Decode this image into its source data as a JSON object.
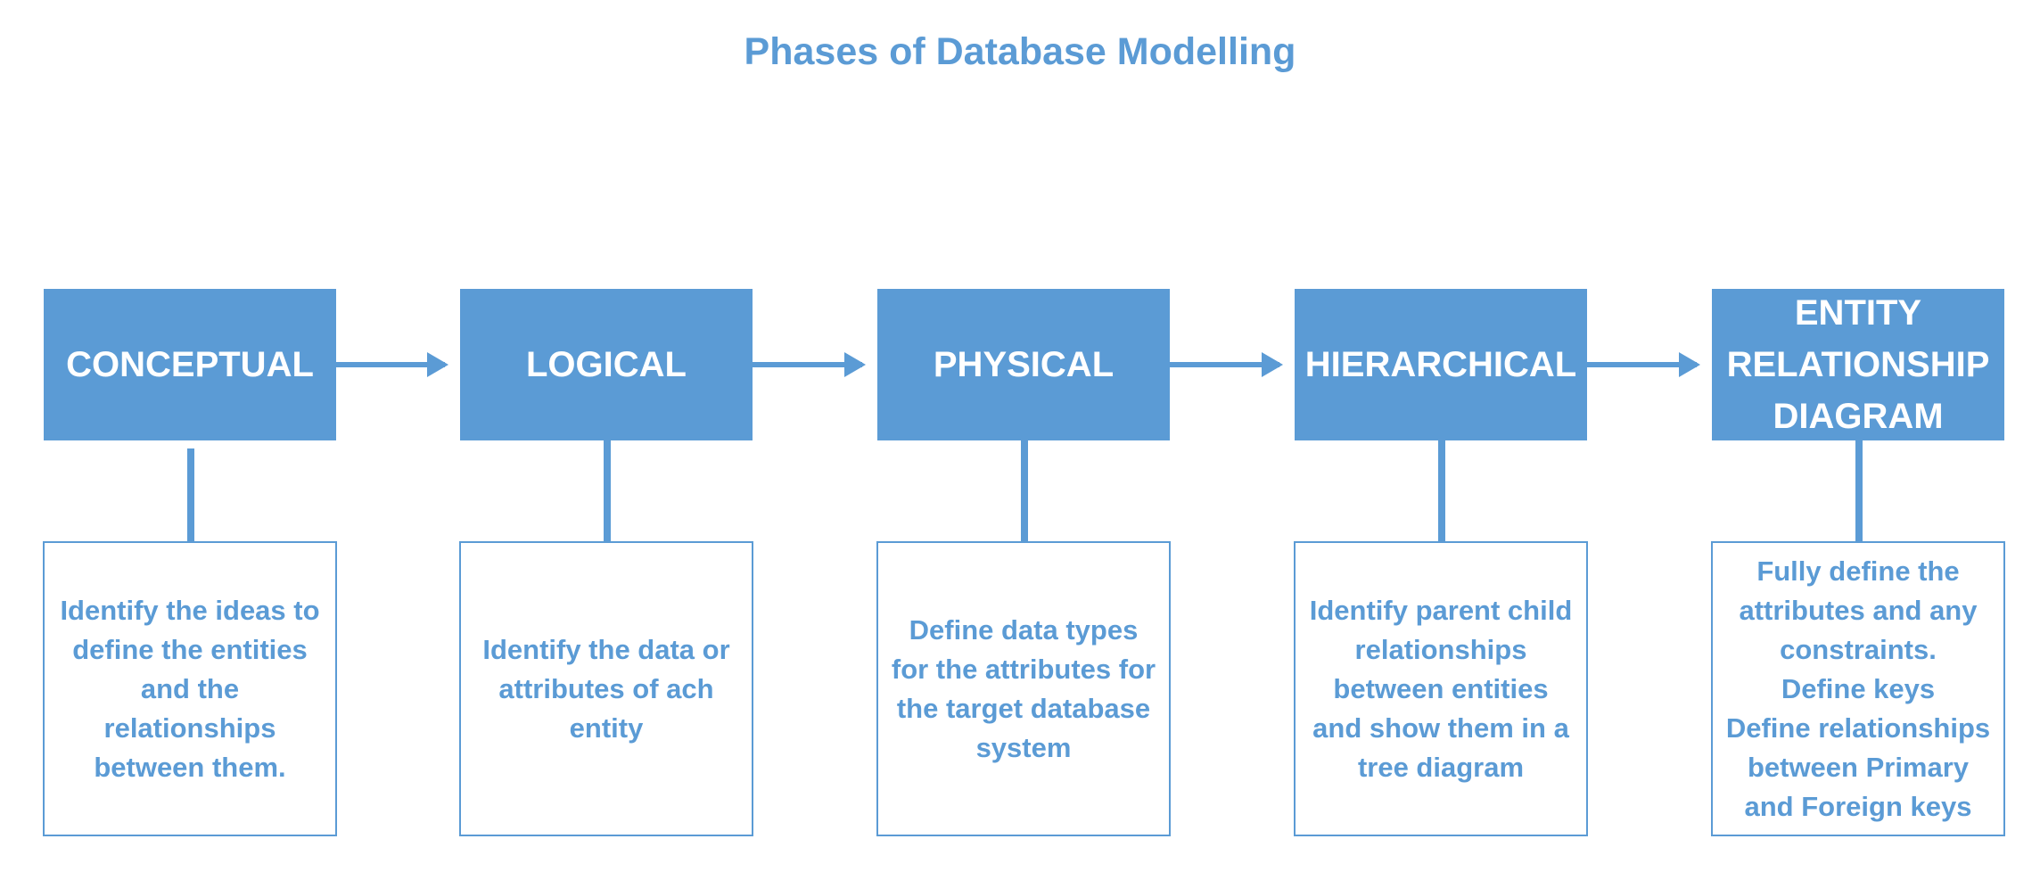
{
  "title": "Phases of Database Modelling",
  "colors": {
    "accent": "#5b9bd5",
    "box_text": "#ffffff",
    "background": "#ffffff"
  },
  "phases": [
    {
      "label": "CONCEPTUAL",
      "description": "Identify the ideas to\ndefine the entities\nand the\nrelationships\nbetween them."
    },
    {
      "label": "LOGICAL",
      "description": "Identify the data or\nattributes of ach\nentity"
    },
    {
      "label": "PHYSICAL",
      "description": "Define data types\nfor the attributes for\nthe target database\nsystem"
    },
    {
      "label": "HIERARCHICAL",
      "description": "Identify parent child\nrelationships\nbetween entities\nand show them in a\ntree diagram"
    },
    {
      "label": "ENTITY\nRELATIONSHIP\nDIAGRAM",
      "description": "Fully define the\nattributes and any\nconstraints.\nDefine keys\nDefine relationships\nbetween Primary\nand Foreign keys"
    }
  ]
}
